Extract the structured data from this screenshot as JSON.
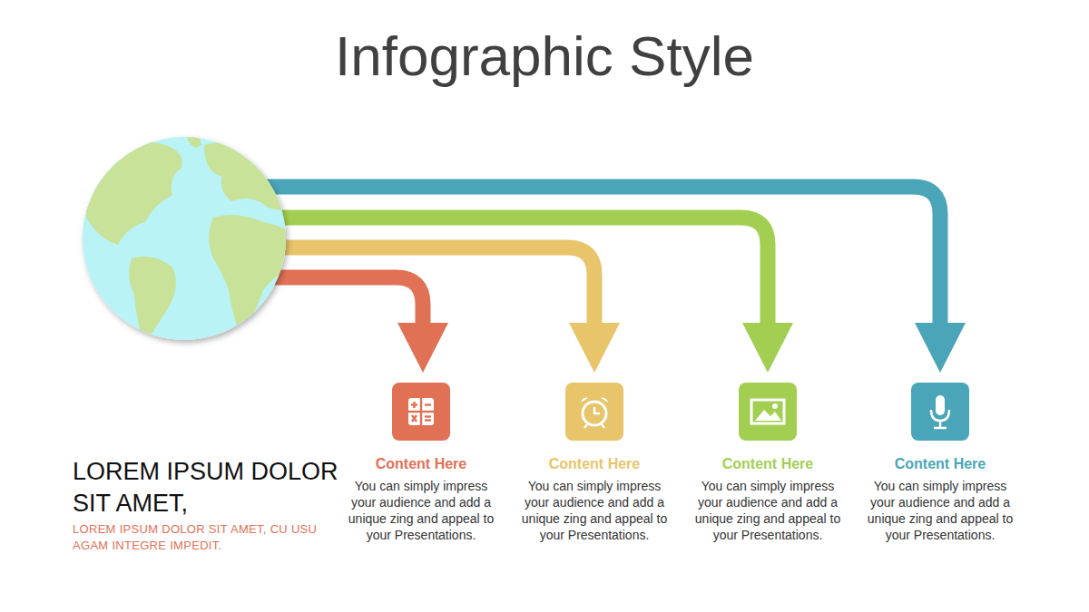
{
  "diagram": {
    "title": "Infographic Style",
    "nodes": [
      {
        "text": [
          "Content Here",
          "You can simply impress your audience and add a unique zing and appeal to your Presentations."
        ]
      },
      {
        "text": [
          "Content Here",
          "You can simply impress your audience and add a unique zing and appeal to your Presentations."
        ]
      },
      {
        "text": [
          "Content Here",
          "You can simply impress your audience and add a unique zing and appeal to your Presentations."
        ]
      },
      {
        "text": [
          "Content Here",
          "You can simply impress your audience and add a unique zing and appeal to your Presentations."
        ]
      }
    ],
    "labels": [
      "LOREM IPSUM DOLOR SIT AMET,",
      "LOREM IPSUM DOLOR SIT AMET, CU USU AGAM INTEGRE IMPEDIT."
    ]
  }
}
